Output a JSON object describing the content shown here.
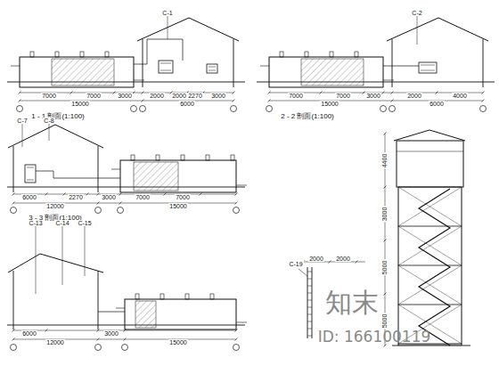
{
  "diagram": {
    "labels": [
      "1 - 1 剖面(1:100)",
      "7000",
      "7000",
      "3000",
      "15000",
      "2000",
      "2000",
      "2270",
      "3000",
      "6000",
      "C-1",
      "2 - 2 剖面(1:100)",
      "7000",
      "7000",
      "3000",
      "15000",
      "2000",
      "4000",
      "6000",
      "C-2",
      "3 - 3 剖面(1:100)",
      "6000",
      "12000",
      "2270",
      "3000",
      "7000",
      "7000",
      "15000",
      "C-7",
      "C-8",
      "C-13",
      "C-14",
      "C-15",
      "6000",
      "12000",
      "3000",
      "15000",
      "C-19",
      "2000",
      "2000",
      "4400",
      "3000",
      "5000",
      "5000",
      "知末",
      "ID: 166100119"
    ]
  }
}
